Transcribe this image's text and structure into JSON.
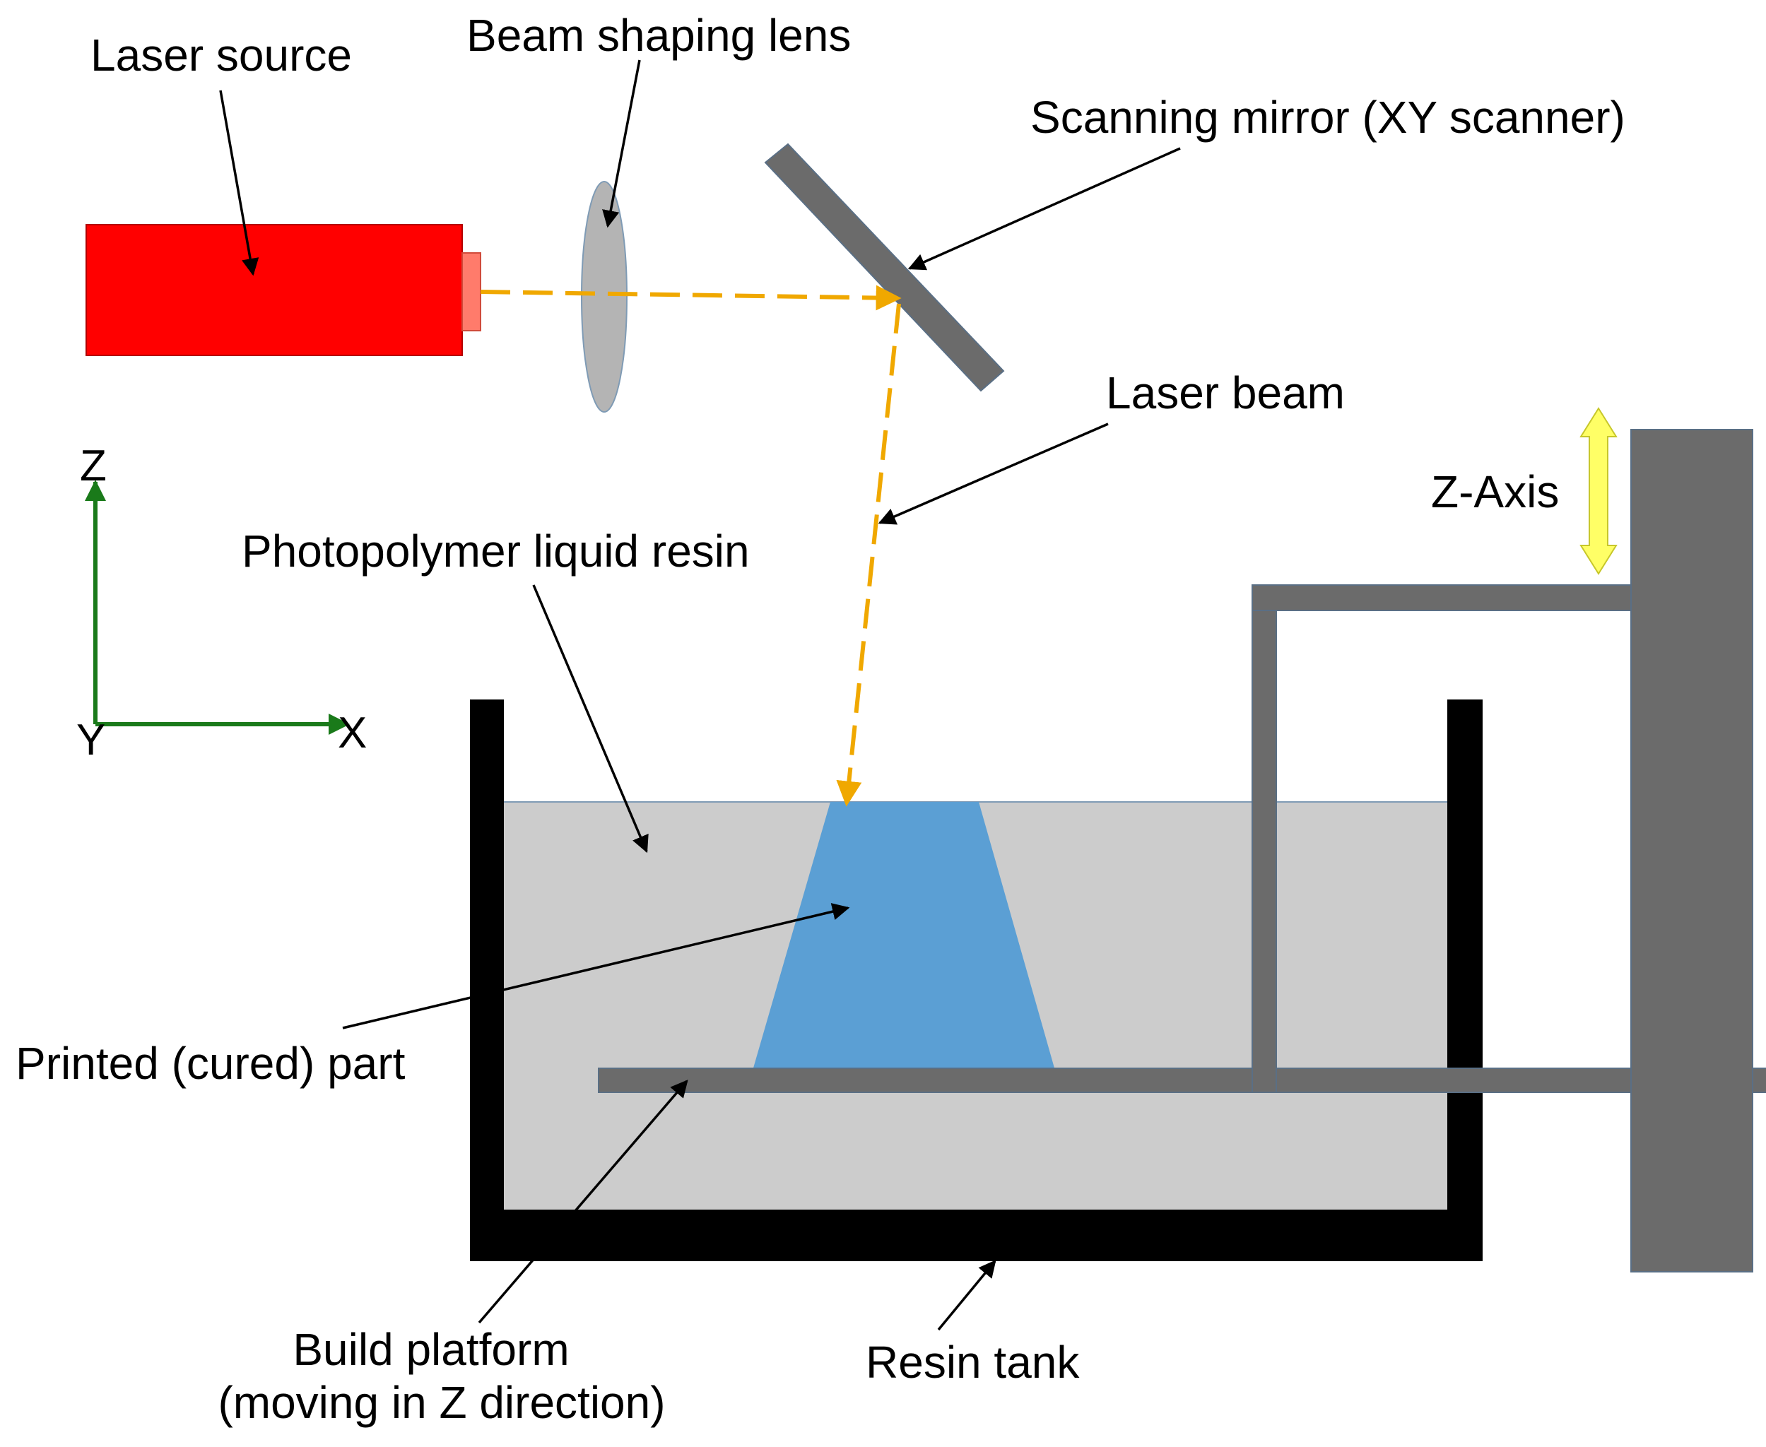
{
  "diagram": {
    "labels": {
      "laser_source": "Laser source",
      "beam_shaping_lens": "Beam shaping lens",
      "scanning_mirror": "Scanning mirror  (XY scanner)",
      "laser_beam": "Laser beam",
      "z_axis": "Z-Axis",
      "photopolymer_resin": "Photopolymer liquid resin",
      "printed_part": "Printed (cured) part",
      "build_platform_line1": "Build platform",
      "build_platform_line2": "(moving in Z direction)",
      "resin_tank": "Resin tank"
    },
    "axes": {
      "z": "Z",
      "y": "Y",
      "x": "X"
    },
    "colors": {
      "laser_body": "#ff0000",
      "laser_aperture": "#ff7b6b",
      "lens": "#b4b4b4",
      "mirror": "#6b6b6b",
      "beam": "#f0a800",
      "resin": "#cccccc",
      "part": "#5b9fd4",
      "tank": "#000000",
      "platform": "#6b6b6b",
      "column": "#6b6b6b",
      "z_arrow": "#ffff66",
      "axis": "#1a7a1a"
    }
  }
}
